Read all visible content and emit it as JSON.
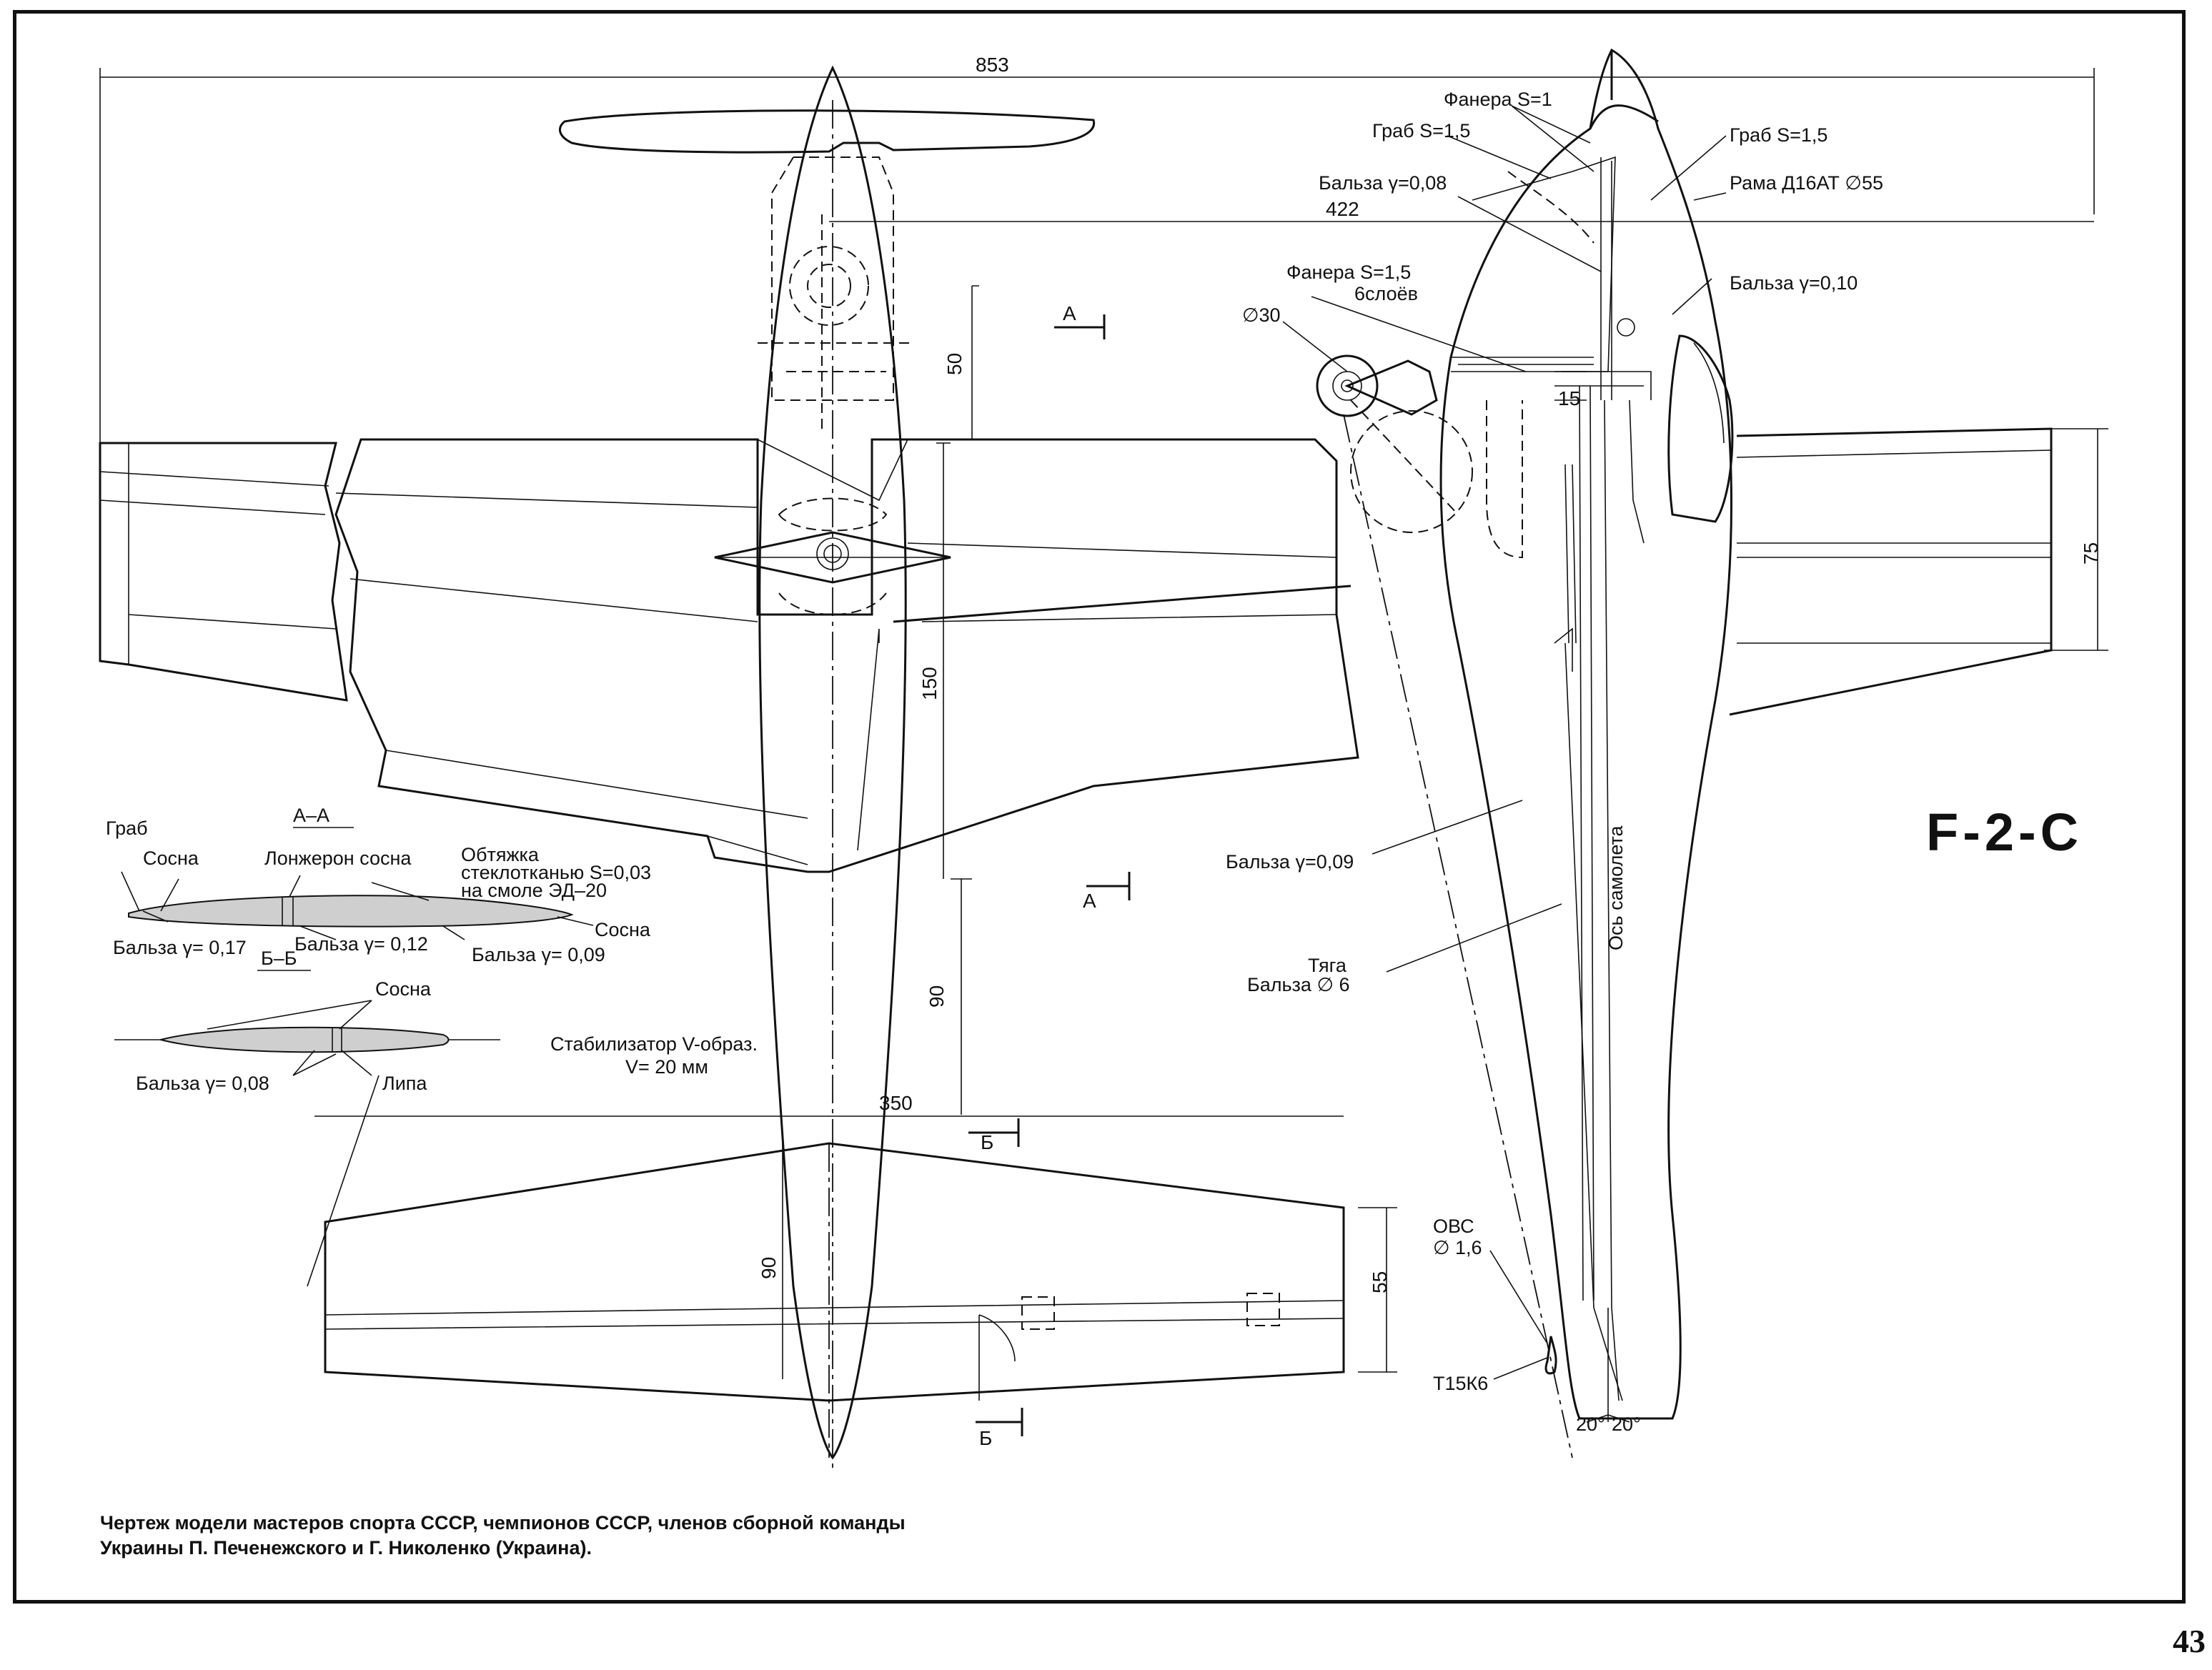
{
  "model_title": "F-2-C",
  "caption": {
    "line1": "Чертеж модели мастеров спорта СССР, чемпионов СССР, членов сборной команды",
    "line2": "Украины П. Печенежского и Г. Николенко (Украина)."
  },
  "page_number": "43",
  "dimensions": {
    "span": "853",
    "fuselage": "422",
    "d50": "50",
    "d150": "150",
    "d90_wing": "90",
    "stab_span": "350",
    "stab_chord": "90",
    "stab_depth": "55",
    "side_75": "75",
    "side_15": "15"
  },
  "section_marks": {
    "a_top": "А",
    "a_bottom": "А",
    "b_top": "Б",
    "b_bottom": "Б"
  },
  "section_aa": {
    "title": "А–А",
    "grab": "Граб",
    "sosna": "Сосна",
    "spar": "Лонжерон сосна",
    "skin_1": "Обтяжка",
    "skin_2": "стеклотканью S=0,03",
    "skin_3": "на смоле ЭД–20",
    "balsa_017": "Бальза γ= 0,17",
    "balsa_012": "Бальза γ= 0,12",
    "sosna_2": "Сосна",
    "balsa_009": "Бальза γ= 0,09"
  },
  "section_bb": {
    "title": "Б–Б",
    "sosna": "Сосна",
    "balsa_008": "Бальза γ= 0,08",
    "lipa": "Липа"
  },
  "stabilizer_note": {
    "line1": "Стабилизатор   V-образ.",
    "line2": "V= 20 мм"
  },
  "side_labels": {
    "plywood_s1": "Фанера  S=1",
    "grab_s15_left": "Граб  S=1,5",
    "grab_s15_right": "Граб  S=1,5",
    "balsa_008": "Бальза γ=0,08",
    "frame_d16": "Рама Д16АТ ∅55",
    "plywood_s15_1": "Фанера  S=1,5",
    "plywood_s15_2": "6слоёв",
    "balsa_010": "Бальза γ=0,10",
    "wheel": "∅30",
    "balsa_009": "Бальза γ=0,09",
    "rod_1": "Тяга",
    "rod_2": "Бальза ∅ 6",
    "axis": "Ось самолета",
    "obc_1": "ОВС",
    "obc_2": "∅ 1,6",
    "t15k6": "Т15К6",
    "angle_l": "20°",
    "angle_r": "20°"
  }
}
